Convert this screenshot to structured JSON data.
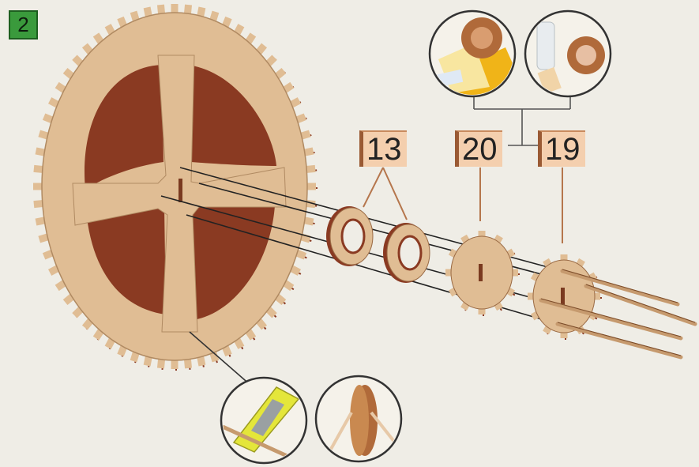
{
  "step_number": "2",
  "part_labels": {
    "spacers": "13",
    "gear_small_a": "20",
    "gear_small_b": "19"
  },
  "colors": {
    "background": "#efede6",
    "wood_light": "#e0bd94",
    "wood_dark": "#8a3a22",
    "label_fill": "#f4cfae",
    "step_badge": "#3a9a3c"
  },
  "gear_teeth": {
    "big_gear": 64,
    "small_gear": 12
  }
}
